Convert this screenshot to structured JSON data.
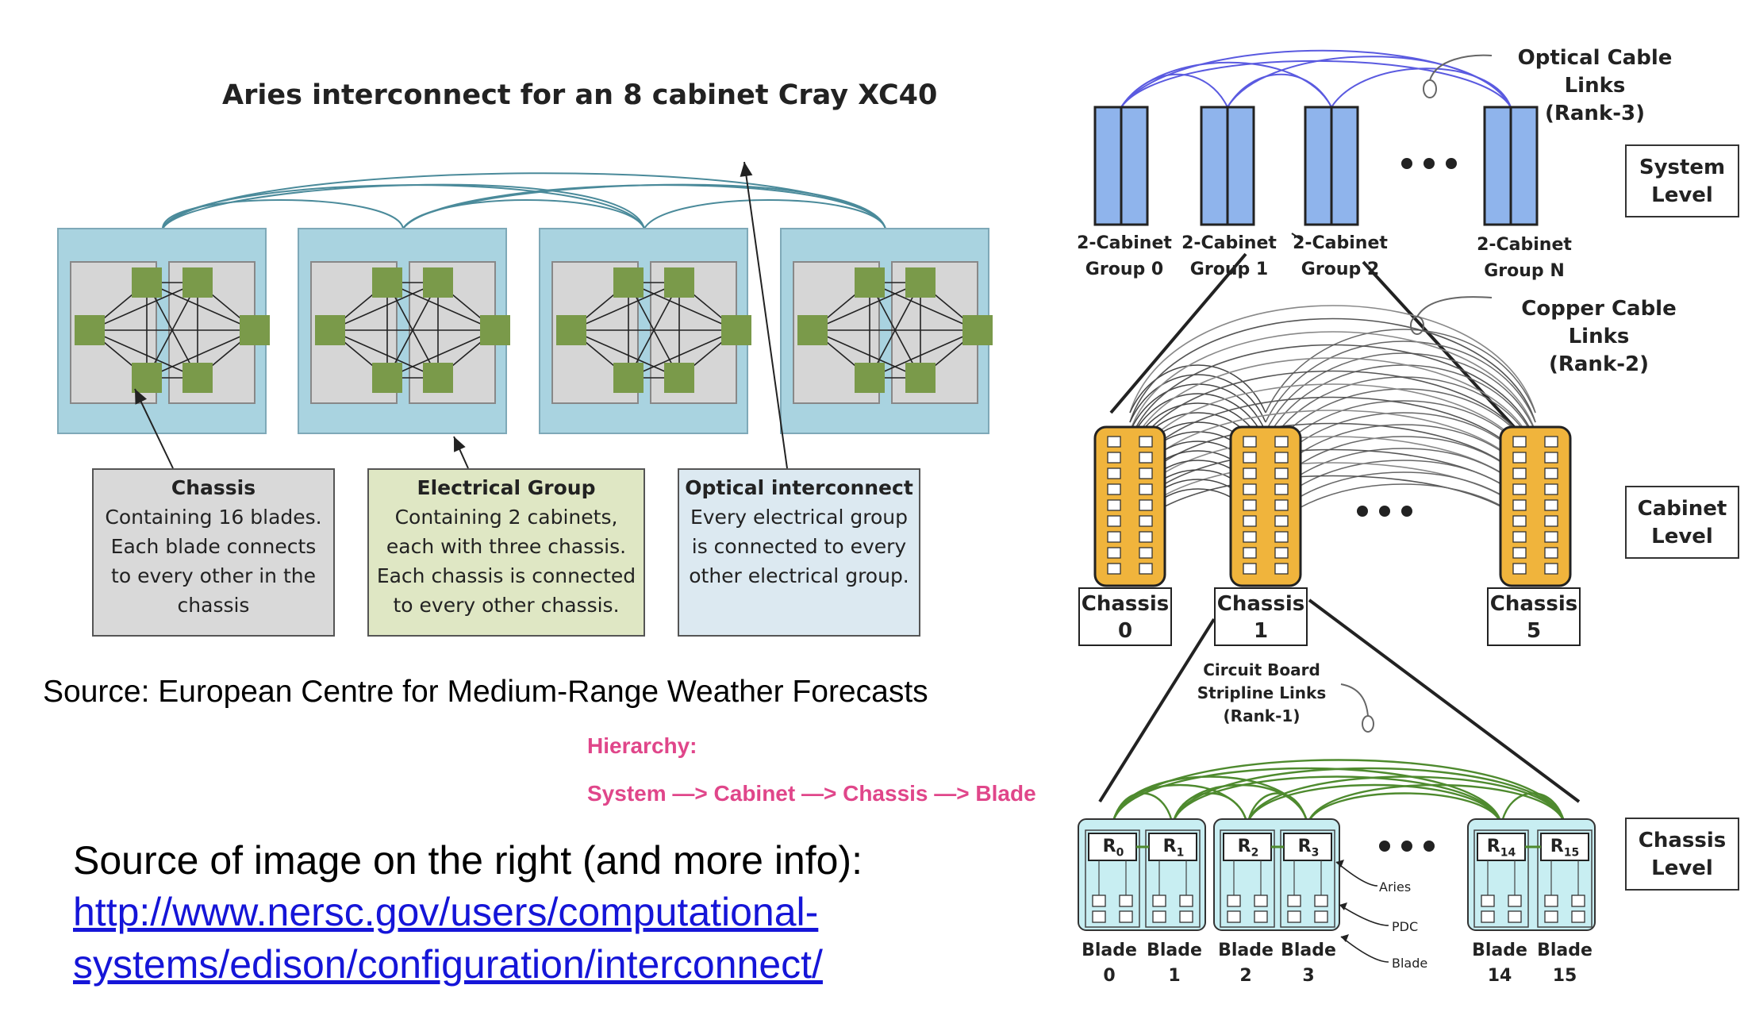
{
  "left": {
    "title": "Aries interconnect for an 8 cabinet Cray XC40",
    "chassis_box": {
      "heading": "Chassis",
      "lines": [
        "Containing 16 blades.",
        "Each blade connects",
        "to every other in the",
        "chassis"
      ]
    },
    "electrical_box": {
      "heading": "Electrical Group",
      "lines": [
        "Containing 2 cabinets,",
        "each with three chassis.",
        "Each chassis is connected",
        "to every other chassis."
      ]
    },
    "optical_box": {
      "heading": "Optical interconnect",
      "lines": [
        "Every electrical group",
        "is connected to every",
        "other electrical group."
      ]
    },
    "source": "Source: European Centre for Medium-Range Weather Forecasts"
  },
  "hierarchy": {
    "label": "Hierarchy:",
    "path": "System —> Cabinet —> Chassis —> Blade"
  },
  "bottom": {
    "source_text": "Source of image on the right (and more info):",
    "link_line1": "http://www.nersc.gov/users/computational-",
    "link_line2": "systems/edison/configuration/interconnect/"
  },
  "right": {
    "optical_links": [
      "Optical Cable Links",
      "(Rank-3)"
    ],
    "copper_links": [
      "Copper Cable Links",
      "(Rank-2)"
    ],
    "circuit_links": [
      "Circuit Board",
      "Stripline Links",
      "(Rank-1)"
    ],
    "levels": {
      "system": [
        "System",
        "Level"
      ],
      "cabinet": [
        "Cabinet",
        "Level"
      ],
      "chassis": [
        "Chassis",
        "Level"
      ]
    },
    "groups": [
      {
        "l1": "2-Cabinet",
        "l2": "Group 0"
      },
      {
        "l1": "2-Cabinet",
        "l2": "Group 1"
      },
      {
        "l1": "2-Cabinet",
        "l2": "Group 2"
      },
      {
        "l1": "2-Cabinet",
        "l2": "Group N"
      }
    ],
    "chassis": [
      {
        "l1": "Chassis",
        "l2": "0"
      },
      {
        "l1": "Chassis",
        "l2": "1"
      },
      {
        "l1": "Chassis",
        "l2": "5"
      }
    ],
    "routers": [
      "R0",
      "R1",
      "R2",
      "R3",
      "R14",
      "R15"
    ],
    "router_subs": [
      "0",
      "1",
      "2",
      "3",
      "14",
      "15"
    ],
    "blades": [
      {
        "l1": "Blade",
        "l2": "0"
      },
      {
        "l1": "Blade",
        "l2": "1"
      },
      {
        "l1": "Blade",
        "l2": "2"
      },
      {
        "l1": "Blade",
        "l2": "3"
      },
      {
        "l1": "Blade",
        "l2": "14"
      },
      {
        "l1": "Blade",
        "l2": "15"
      }
    ],
    "component_labels": [
      "Aries",
      "PDC",
      "Blade"
    ]
  },
  "colors": {
    "cabinet_fill": "#a9d3e0",
    "node_green": "#7a9a4a",
    "cable_teal": "#4a8a9a",
    "hierarchy_pink": "#e0468a",
    "link_blue": "#1515d8",
    "rank3_blue": "#5a5ae0",
    "chassis_gold": "#f0b43c",
    "rank1_green": "#4e8a2e"
  }
}
